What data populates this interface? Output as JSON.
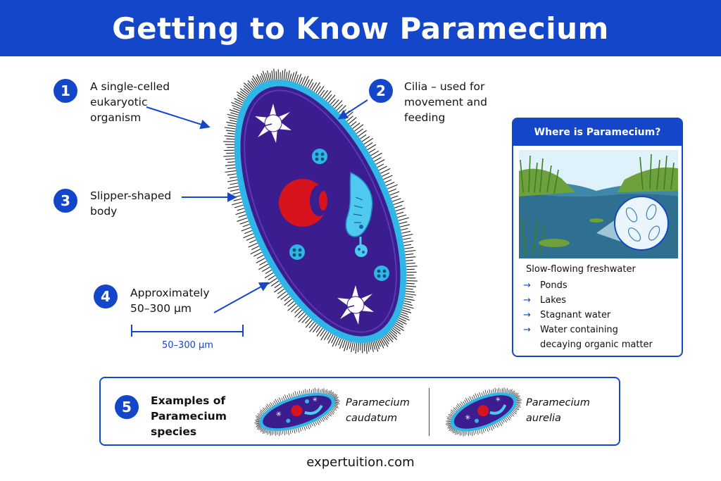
{
  "title": "Getting to Know Paramecium",
  "callouts": [
    {
      "number": "1",
      "lines": [
        "A single-celled",
        "eukaryotic",
        "organism"
      ]
    },
    {
      "number": "2",
      "lines": [
        "Cilia – used for",
        "movement and",
        "feeding"
      ]
    },
    {
      "number": "3",
      "lines": [
        "Slipper-shaped",
        "body"
      ]
    },
    {
      "number": "4",
      "lines": [
        "Approximately",
        "50–300 µm"
      ]
    }
  ],
  "scale_bar_label": "50–300 µm",
  "habitat": {
    "heading": "Where is Paramecium?",
    "subtitle": "Slow-flowing freshwater",
    "arrow_glyph": "→",
    "items": [
      "Ponds",
      "Lakes",
      "Stagnant water",
      "Water containing"
    ],
    "item_continuation": "decaying organic matter"
  },
  "examples": {
    "number": "5",
    "title_lines": [
      "Examples of",
      "Paramecium",
      "species"
    ],
    "species": [
      {
        "name_lines": [
          "Paramecium",
          "caudatum"
        ]
      },
      {
        "name_lines": [
          "Paramecium",
          "aurelia"
        ]
      }
    ]
  },
  "footer": "expertuition.com",
  "colors": {
    "brand_blue": "#1346c8",
    "body_purple": "#3b1d8f",
    "membrane_cyan": "#2fb6e6",
    "nucleus_red": "#d7141e"
  }
}
